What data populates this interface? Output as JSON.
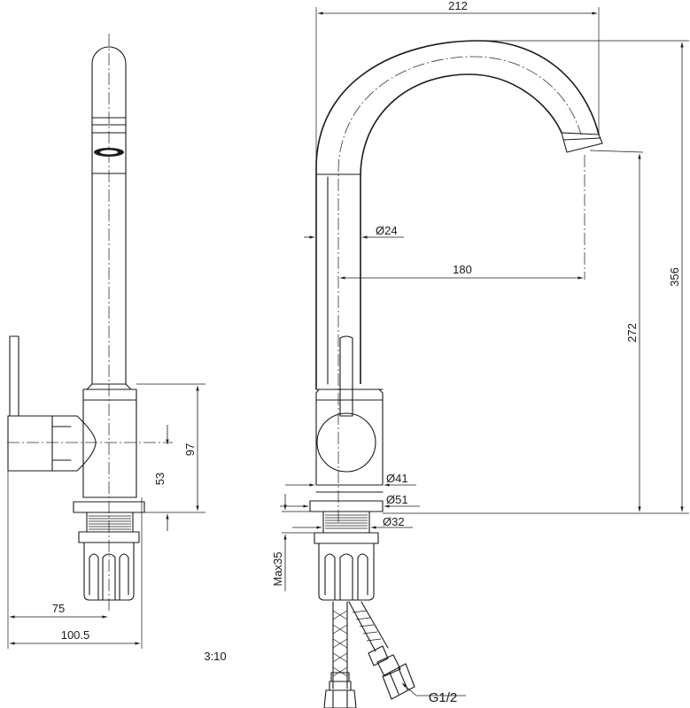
{
  "dimensions": {
    "spout_reach_total": "212",
    "pipe_diameter": "24",
    "spout_reach": "180",
    "height_total": "356",
    "outlet_height": "272",
    "base_diameter": "41",
    "flange_diameter": "51",
    "thread_diameter": "32",
    "max_counter_thickness": "Max35",
    "handle_height": "97",
    "body_height": "53",
    "handle_reach": "75",
    "handle_reach_total": "100.5",
    "hose_connector": "G1/2"
  },
  "scale_note": "3:10"
}
